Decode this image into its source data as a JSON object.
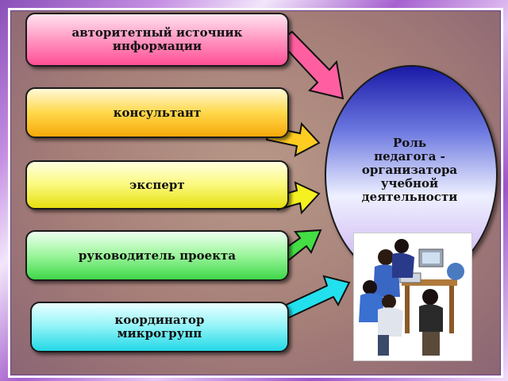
{
  "diagram": {
    "roles": [
      {
        "label_line1": "авторитетный источник",
        "label_line2": "информации",
        "color": "#ff5fa0"
      },
      {
        "label_line1": "консультант",
        "label_line2": "",
        "color": "#ffcc22"
      },
      {
        "label_line1": "эксперт",
        "label_line2": "",
        "color": "#f5f020"
      },
      {
        "label_line1": "руководитель проекта",
        "label_line2": "",
        "color": "#44dd44"
      },
      {
        "label_line1": "координатор",
        "label_line2": "микрогрупп",
        "color": "#22e0ee"
      }
    ],
    "center": {
      "line1": "Роль",
      "line2": "педагога -",
      "line3": "организатора",
      "line4": "учебной",
      "line5": "деятельности"
    }
  }
}
